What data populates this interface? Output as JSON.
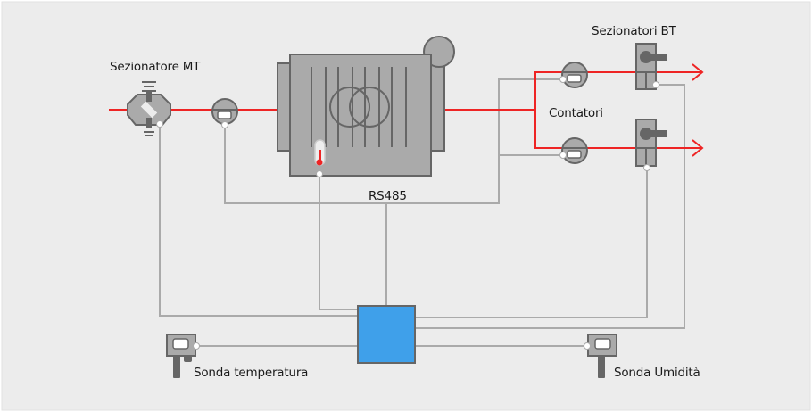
{
  "diagram": {
    "title": "Cabina di trasformazione MT/BT - schema di monitoraggio",
    "labels": {
      "mv_disconnector": "Sezionatore MT",
      "lv_disconnectors": "Sezionatori BT",
      "meters": "Contatori",
      "bus": "RS485",
      "temp_probe": "Sonda temperatura",
      "humidity_probe": "Sonda Umidità"
    },
    "colors": {
      "background": "#ececec",
      "power_line": "#ee2424",
      "signal_line": "#aaaaaa",
      "device_fill": "#aaaaaa",
      "device_stroke": "#666666",
      "controller": "#3fa0ea",
      "node": "#ffffff"
    },
    "components": [
      {
        "id": "mv-disconnector",
        "type": "disconnector-mv"
      },
      {
        "id": "mv-meter",
        "type": "meter"
      },
      {
        "id": "transformer",
        "type": "transformer",
        "sensor": "thermometer"
      },
      {
        "id": "lv-meter-1",
        "type": "meter"
      },
      {
        "id": "lv-meter-2",
        "type": "meter"
      },
      {
        "id": "lv-disconnector-1",
        "type": "disconnector-lv"
      },
      {
        "id": "lv-disconnector-2",
        "type": "disconnector-lv"
      },
      {
        "id": "controller",
        "type": "data-logger"
      },
      {
        "id": "temp-probe",
        "type": "probe"
      },
      {
        "id": "humidity-probe",
        "type": "probe"
      }
    ]
  }
}
